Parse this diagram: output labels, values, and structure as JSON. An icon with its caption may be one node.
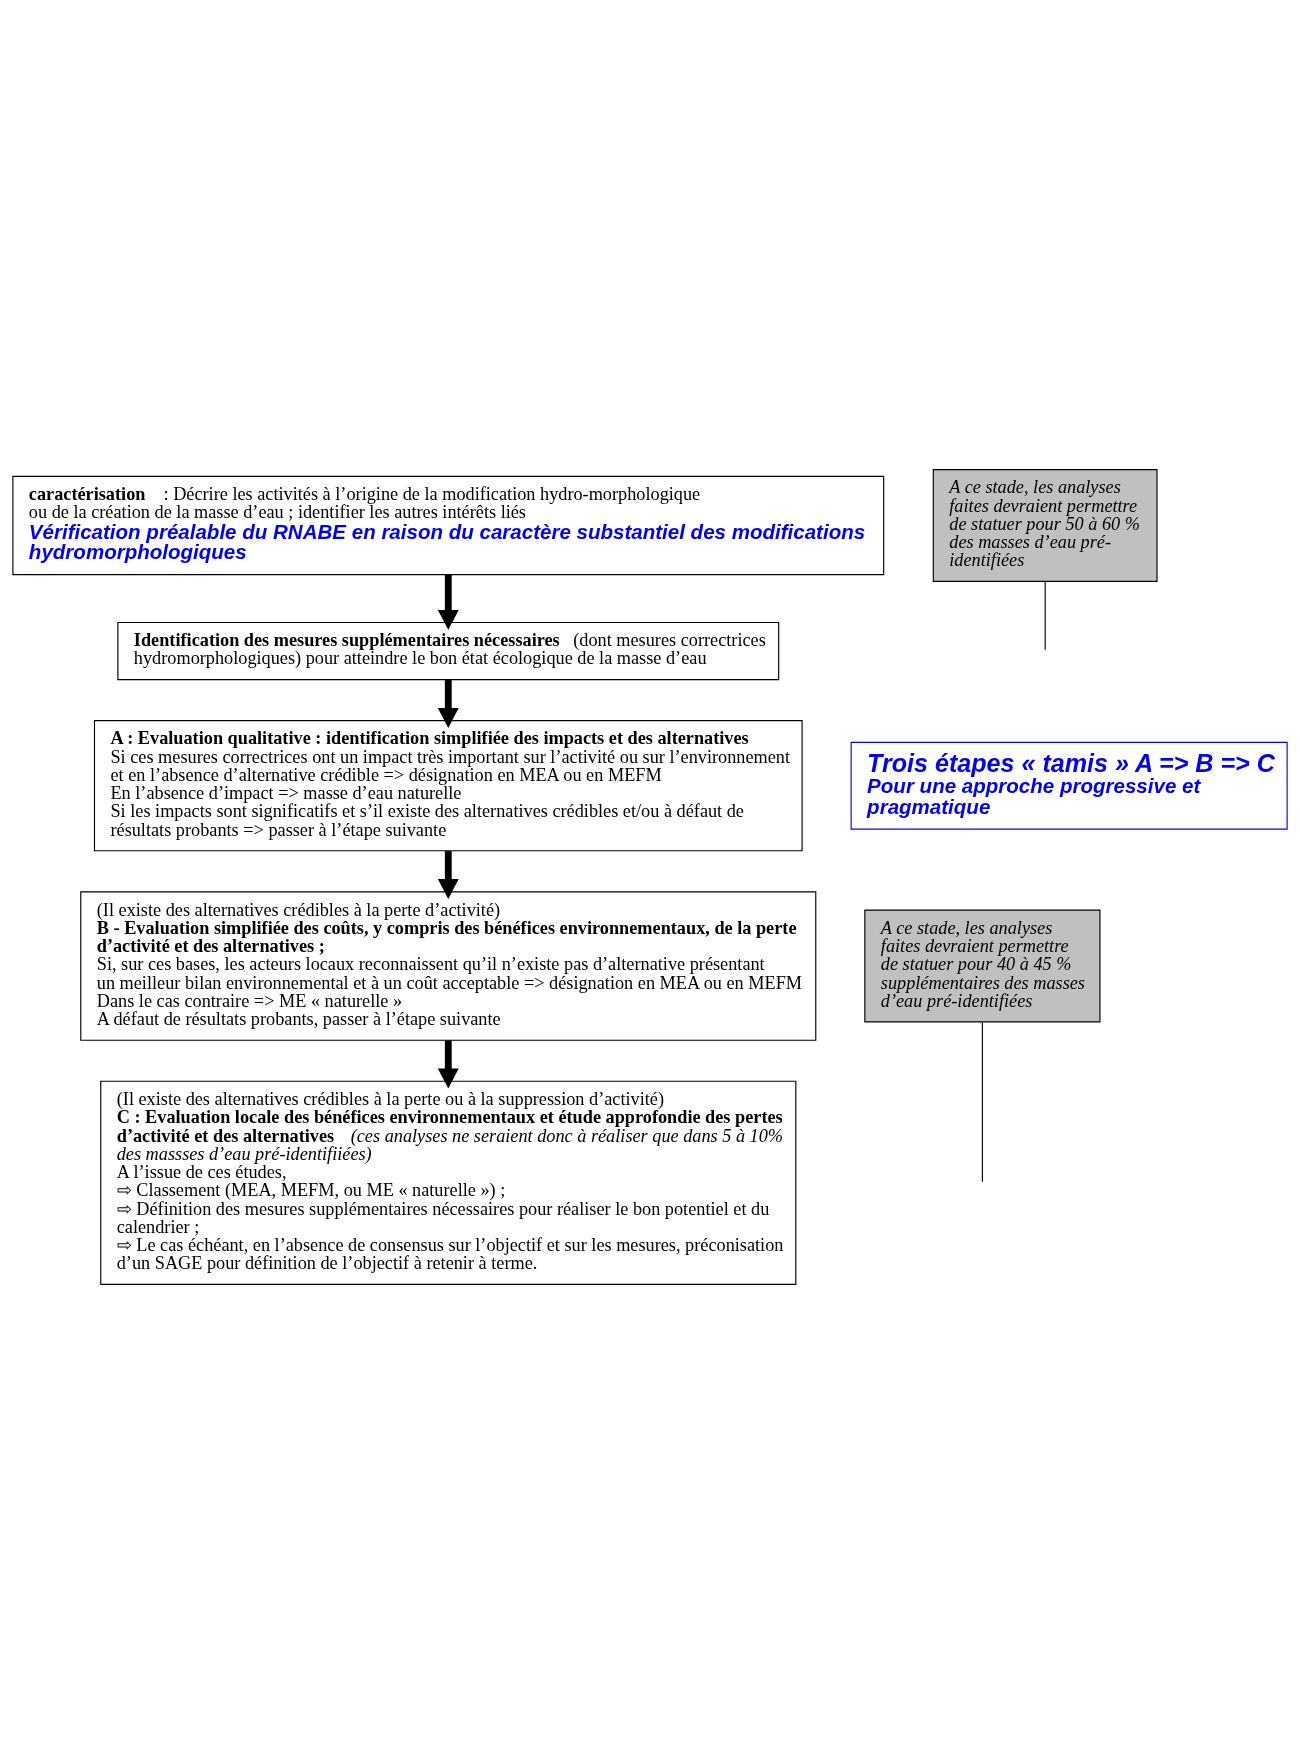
{
  "diagram": {
    "nodes": [
      {
        "text": [
          "**caractérisation** : Décrire les activités à l’origine de la modification hydro-morphologique ou de la création de la masse d’eau ; identifier les autres intérêts liés",
          "Vérification préalable du RNABE en raison du caractère substantiel des modifications hydromorphologiques"
        ]
      },
      {
        "text": [
          "**Identification des mesures supplémentaires nécessaires** (dont mesures correctrices hydromorphologiques) pour atteindre le bon état écologique de la masse d’eau"
        ]
      },
      {
        "text": [
          "A : Evaluation qualitative : identification simplifiée des impacts et des alternatives",
          "Si ces mesures correctrices ont un impact très important sur l’activité ou sur l’environnement et en l’absence d’alternative crédible => désignation en MEA ou en MEFM",
          "En l’absence d’impact => masse d’eau naturelle",
          "Si les impacts sont significatifs et s’il existe des alternatives crédibles et/ou à défaut de résultats probants => passer à l’étape suivante"
        ]
      },
      {
        "text": [
          "Trois étapes « tamis » A => B => C",
          "Pour une approche progressive et pragmatique"
        ]
      },
      {
        "text": [
          "A ce stade, les analyses faites devraient permettre de statuer pour 50 à 60 % des masses d’eau pré-identifiées"
        ]
      },
      {
        "text": [
          "(Il existe des alternatives crédibles à la perte d’activité)",
          "B - Evaluation simplifiée des coûts, y compris des bénéfices environnementaux, de la perte d’activité et des alternatives ;",
          "Si, sur ces bases, les acteurs locaux reconnaissent qu’il n’existe pas d’alternative présentant un meilleur bilan environnemental et à un coût acceptable => désignation en MEA ou en MEFM",
          "Dans le cas contraire => ME « naturelle »",
          "A défaut de résultats probants, passer à l’étape suivante"
        ]
      },
      {
        "text": [
          "A ce stade, les analyses faites devraient permettre de statuer pour 40 à 45 % supplémentaires des masses d’eau pré-identifiées"
        ]
      },
      {
        "text": [
          "(Il existe des alternatives crédibles à la perte ou à la suppression d’activité)",
          "**C : Evaluation locale des bénéfices environnementaux et étude approfondie des pertes d’activité et des alternatives** *(ces analyses ne seraient donc à réaliser que dans 5 à 10% des massses d’eau pré-identifiiées)*",
          "A l’issue de ces études,",
          "⇨ Classement (MEA, MEFM, ou ME « naturelle ») ;",
          "⇨ Définition des mesures supplémentaires nécessaires pour réaliser le bon potentiel et du calendrier ;",
          "⇨ Le cas échéant, en l’absence de consensus sur l’objectif et sur les mesures, préconisation d’un SAGE pour définition de l’objectif à retenir à terme."
        ]
      }
    ],
    "edges": [
      {
        "from": 0,
        "to": 1,
        "arrow": "to"
      },
      {
        "from": 1,
        "to": 2,
        "arrow": "to"
      },
      {
        "from": 2,
        "to": 5,
        "arrow": "to"
      },
      {
        "from": 5,
        "to": 7,
        "arrow": "to"
      },
      {
        "from": 4,
        "to": null,
        "arrow": "none"
      },
      {
        "from": 6,
        "to": null,
        "arrow": "none"
      }
    ]
  }
}
